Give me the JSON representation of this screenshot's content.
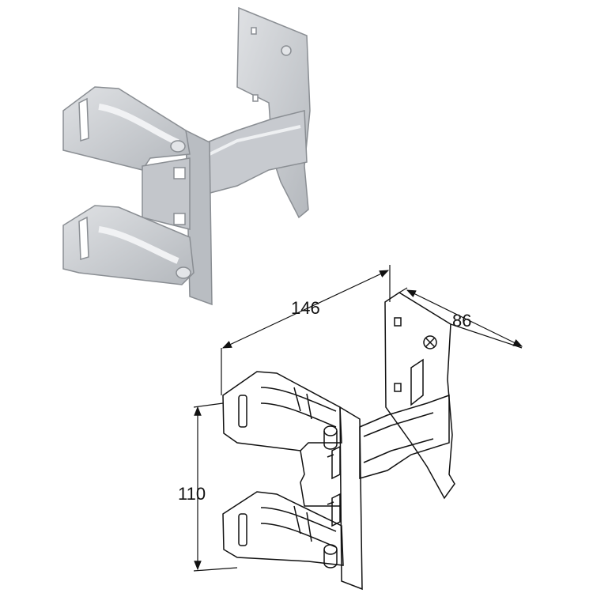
{
  "figure": {
    "shaded_view": {
      "name": "bracket-3d-render",
      "fill": "#c9ccd0",
      "edge": "#8a8e93"
    },
    "line_view": {
      "name": "bracket-line-drawing",
      "stroke": "#111111"
    },
    "dimensions": {
      "width": "146",
      "depth": "86",
      "height": "110"
    }
  }
}
